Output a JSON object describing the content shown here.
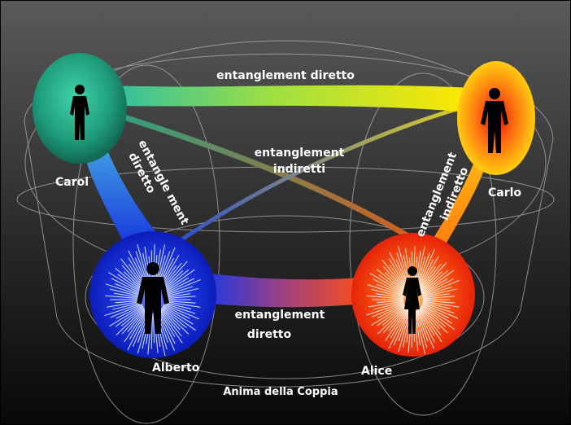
{
  "labels": {
    "top_link": "entanglement diretto",
    "left_link_line1": "entangle ment",
    "left_link_line2": "diretto",
    "cross_links_line1": "entanglement",
    "cross_links_line2": "indiretti",
    "right_link_line1": "entanglement",
    "right_link_line2": "indiretto",
    "bottom_link_line1": "entanglement",
    "bottom_link_line2": "diretto",
    "soul": "Anima della Coppia"
  },
  "people": {
    "carol": "Carol",
    "carlo": "Carlo",
    "alberto": "Alberto",
    "alice": "Alice"
  },
  "colors": {
    "background_top": "#5a5a5a",
    "background_bottom": "#080808",
    "carol_sphere": "#2fb892",
    "carlo_sphere": "#ff8a10",
    "alberto_sphere": "#1030e0",
    "alice_sphere": "#ff5010"
  }
}
